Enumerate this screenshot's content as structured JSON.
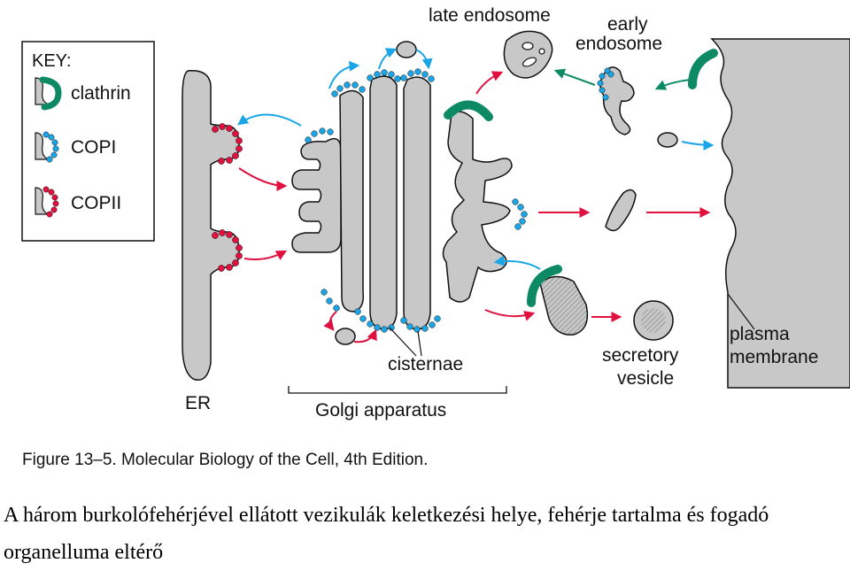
{
  "colors": {
    "organelle_fill": "#c8c8c8",
    "organelle_stroke": "#111111",
    "clathrin": "#0d8a63",
    "copi": "#1aa6e6",
    "copii": "#e0103f",
    "arrow_pink": "#e0103f",
    "arrow_blue": "#1aa6e6",
    "arrow_green": "#0d8a63"
  },
  "key": {
    "title": "KEY:",
    "items": [
      {
        "label": "clathrin",
        "coat": "clathrin"
      },
      {
        "label": "COPI",
        "coat": "copi"
      },
      {
        "label": "COPII",
        "coat": "copii"
      }
    ]
  },
  "labels": {
    "er": "ER",
    "golgi": "Golgi apparatus",
    "cisternae": "cisternae",
    "late_endosome": "late endosome",
    "early_endosome_1": "early",
    "early_endosome_2": "endosome",
    "secretory_1": "secretory",
    "secretory_2": "vesicle",
    "plasma_1": "plasma",
    "plasma_2": "membrane"
  },
  "caption": "Figure 13–5. Molecular Biology of the Cell, 4th Edition.",
  "body_text": "A három burkolófehérjével ellátott vezikulák keletkezési helye, fehérje tartalma és fogadó organelluma eltérő"
}
